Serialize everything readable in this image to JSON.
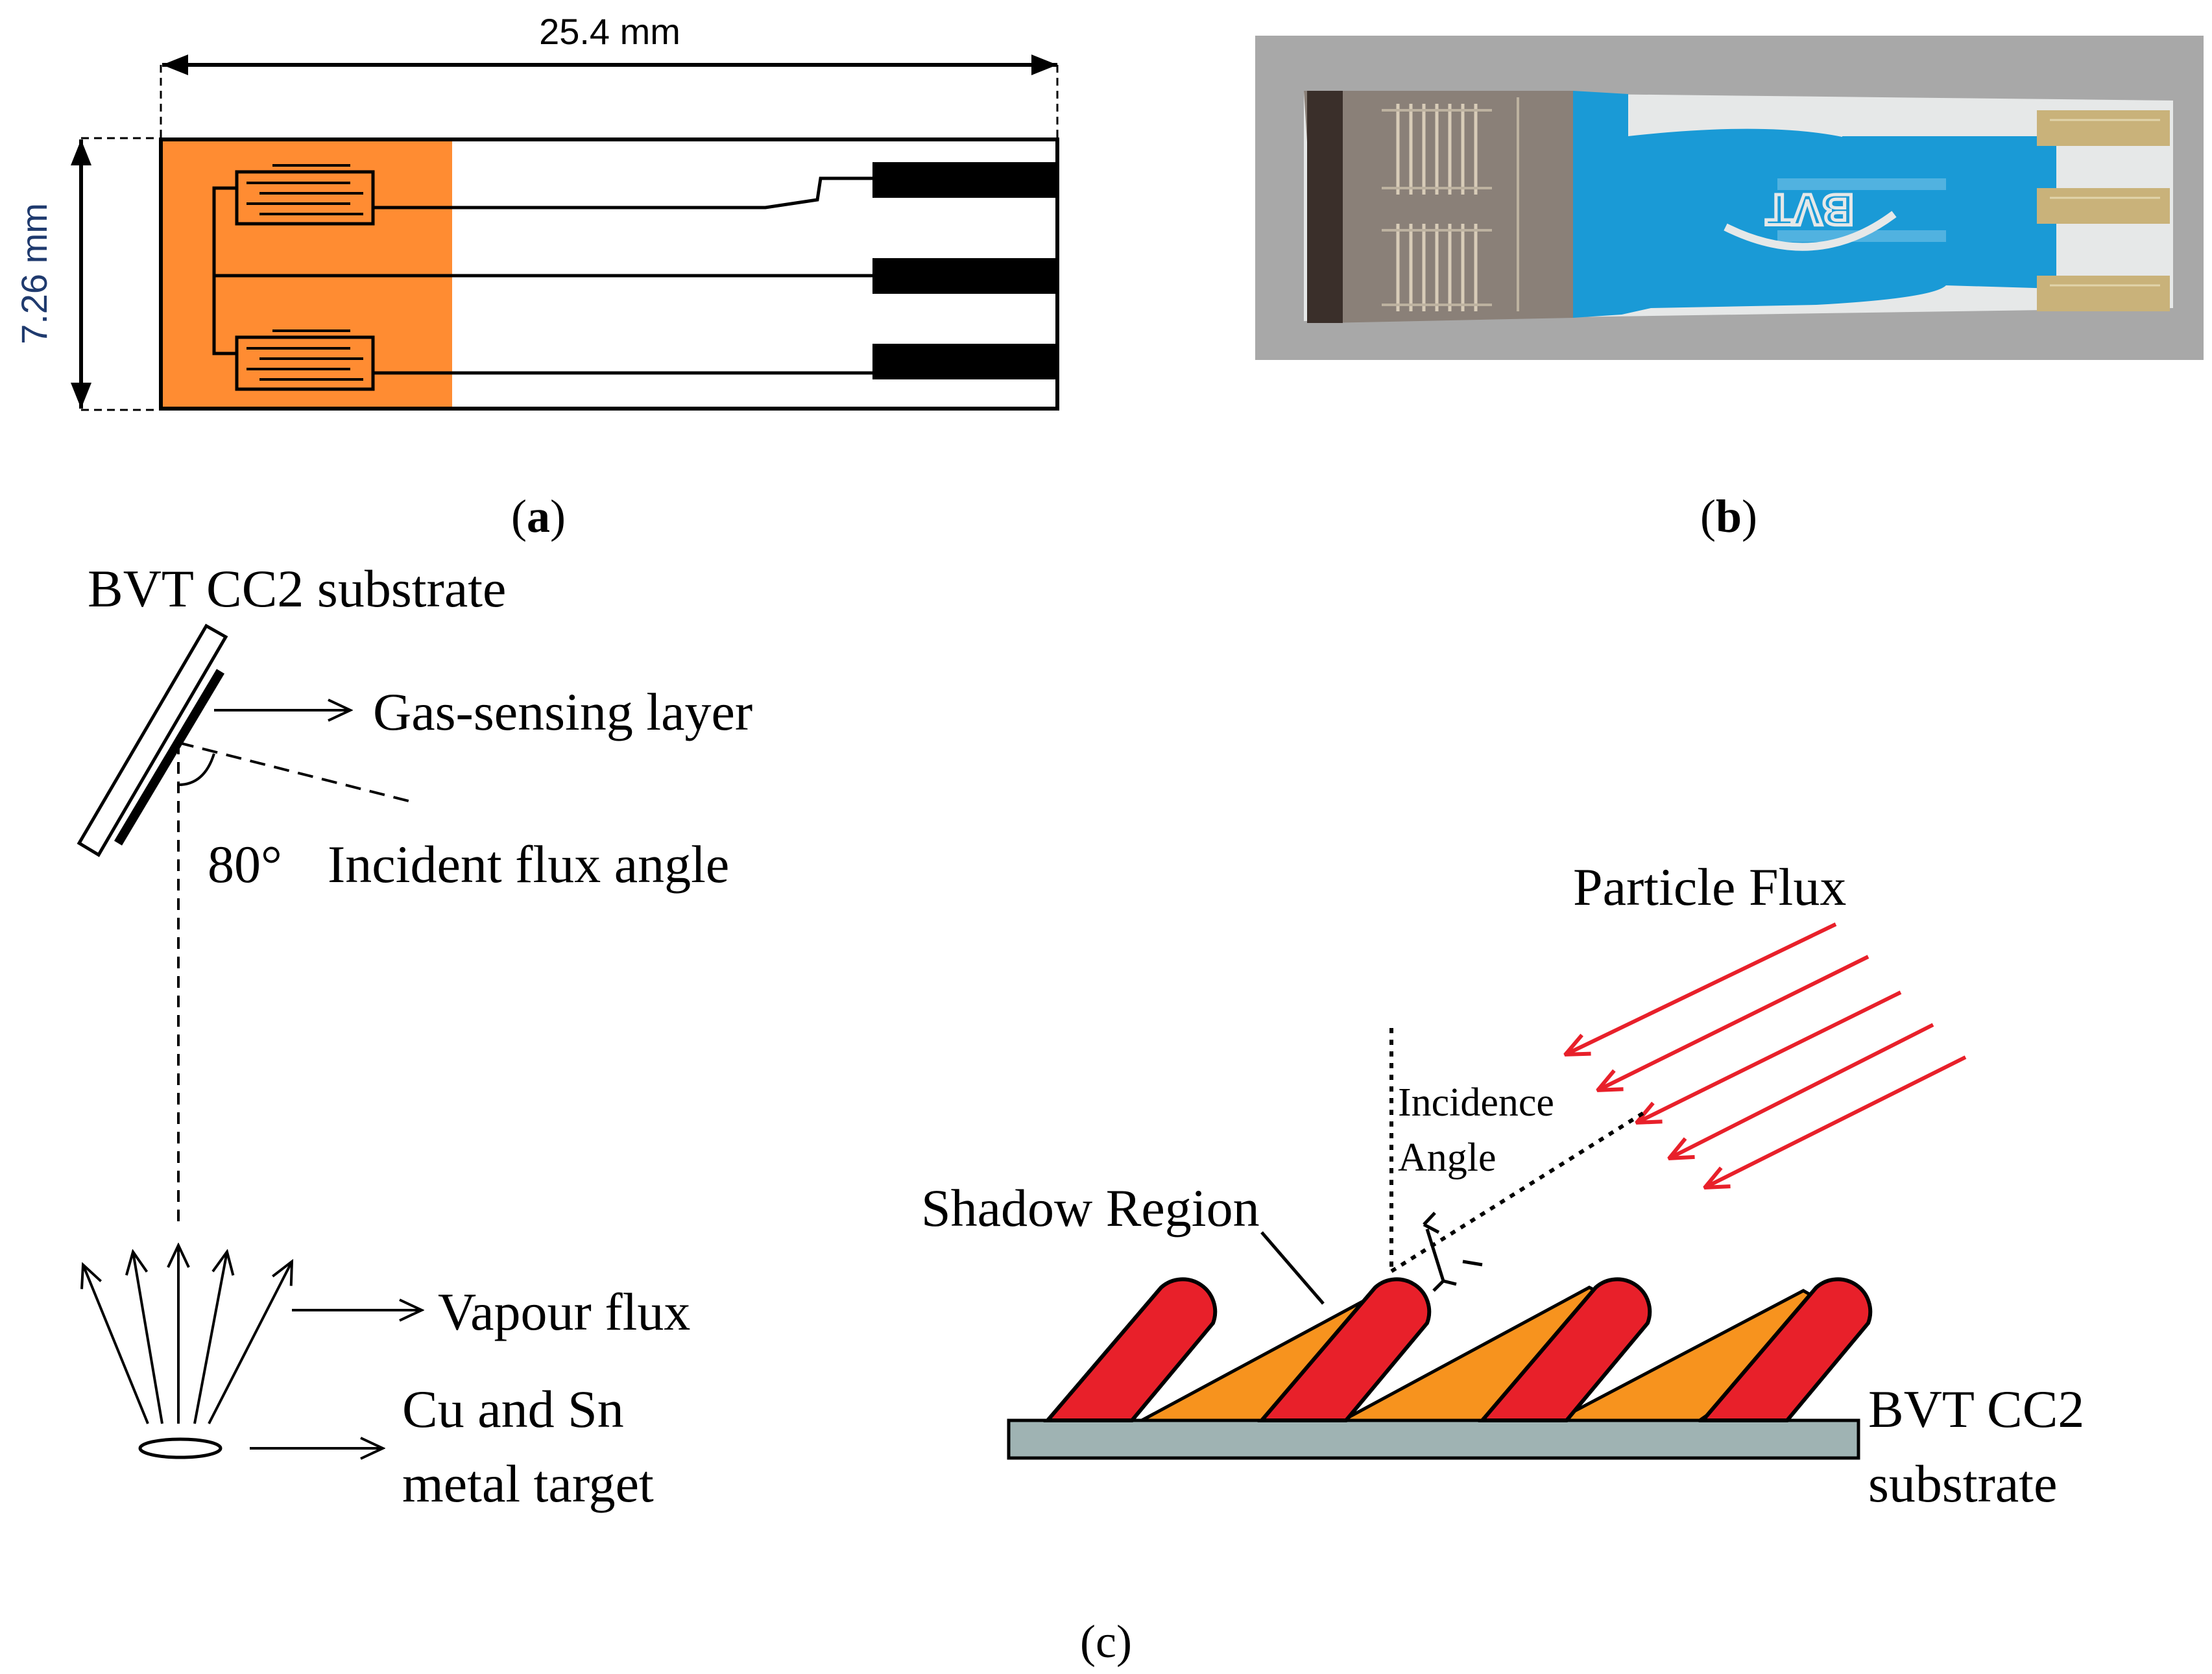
{
  "panel_a": {
    "width_label": "25.4 mm",
    "height_label": "7.26 mm",
    "caption_open": "(",
    "caption_letter": "a",
    "caption_close": ")",
    "colors": {
      "sensing_area": "#FF8C32",
      "outline": "#000000",
      "height_label": "#1F3A6E"
    }
  },
  "panel_b": {
    "logo_text": "BVT",
    "caption_open": "(",
    "caption_letter": "b",
    "caption_close": ")",
    "colors": {
      "background": "#A8A8A8",
      "substrate": "#E6E8E8",
      "mask": "#1A9AD6",
      "electrode": "#8A8078",
      "pads": "#C9B27A"
    }
  },
  "panel_c": {
    "substrate_label": "BVT CC2 substrate",
    "sensing_layer_label": "Gas-sensing layer",
    "angle_value": "80°",
    "angle_label": "Incident flux angle",
    "vapour_label": "Vapour flux",
    "target_line1": "Cu and Sn",
    "target_line2": "metal target",
    "particle_flux_label": "Particle Flux",
    "incidence_line1": "Incidence",
    "incidence_line2": "Angle",
    "shadow_label": "Shadow Region",
    "right_substrate_line1": "BVT CC2",
    "right_substrate_line2": "substrate",
    "caption": "(c)",
    "colors": {
      "column": "#E8202A",
      "shadow": "#F7931E",
      "flux_arrow": "#E8202A",
      "base": "#9FB3B3"
    }
  }
}
